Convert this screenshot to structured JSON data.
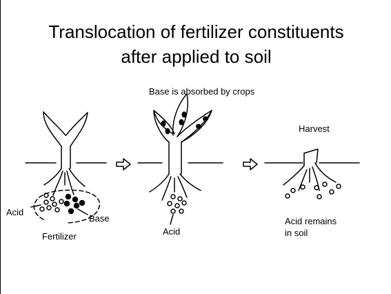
{
  "title": {
    "line1": "Translocation of fertilizer constituents",
    "line2": "after applied to soil"
  },
  "labels": {
    "absorbed": "Base is absorbed by crops",
    "harvest": "Harvest",
    "acid_left": "Acid",
    "base_left": "Base",
    "fertilizer": "Fertilizer",
    "acid_middle": "Acid",
    "acid_remains_line1": "Acid remains",
    "acid_remains_line2": "in soil"
  },
  "icons": {
    "arrow1": "hollow-right-arrow",
    "arrow2": "hollow-right-arrow"
  }
}
